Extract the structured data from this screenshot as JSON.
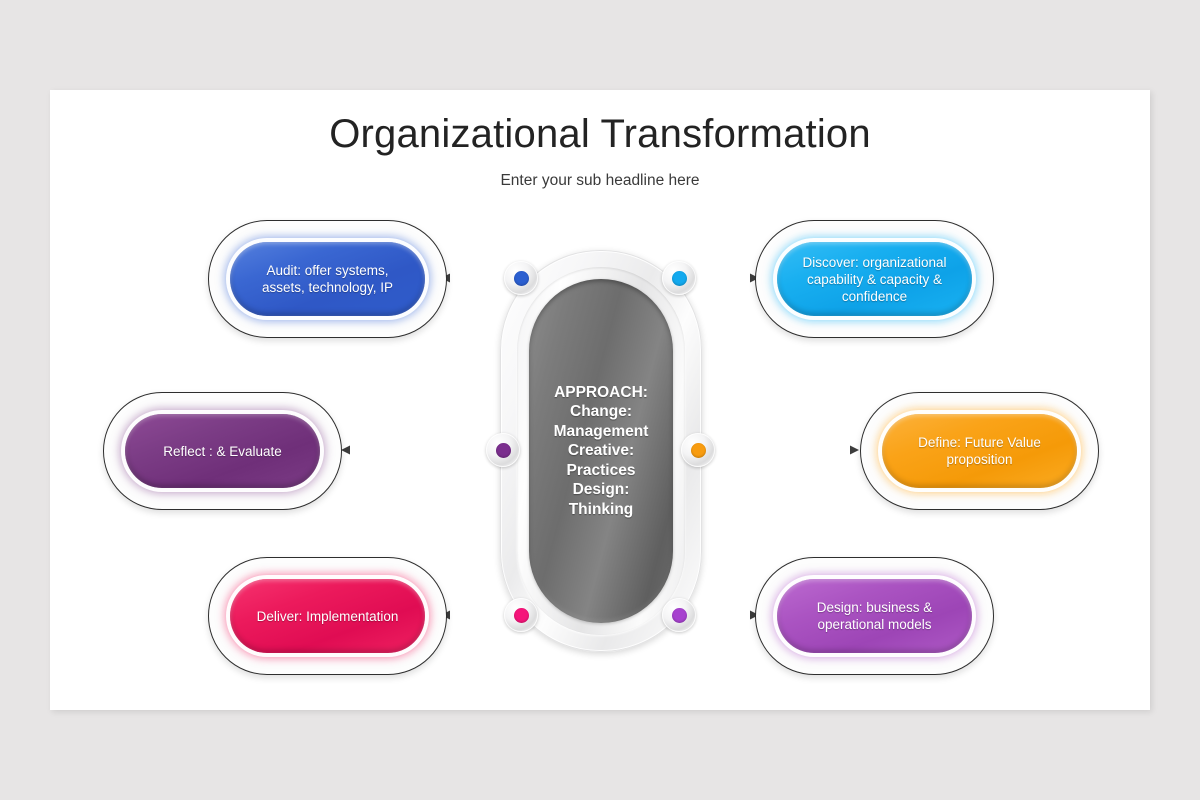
{
  "slide": {
    "title": "Organizational Transformation",
    "subtitle": "Enter your sub headline here",
    "background": "#ffffff",
    "canvas_background": "#e7e5e5"
  },
  "center": {
    "label": "APPROACH:\nChange:\nManagement\nCreative:\nPractices\nDesign:\nThinking",
    "core_color": "#6d6d6d",
    "text_color": "#ffffff"
  },
  "nodes": [
    {
      "id": "audit",
      "label": "Audit: offer systems, assets, technology, IP",
      "color": "#3a67d2",
      "position": "top-left",
      "dot_color": "#2b5fd0"
    },
    {
      "id": "discover",
      "label": "Discover: organizational capability & capacity & confidence",
      "color": "#18aff0",
      "position": "top-right",
      "dot_color": "#13a9ee"
    },
    {
      "id": "reflect",
      "label": "Reflect : & Evaluate",
      "color": "#7c3d86",
      "position": "middle-left",
      "dot_color": "#7b2f8e"
    },
    {
      "id": "define",
      "label": "Define: Future Value proposition",
      "color": "#faa318",
      "position": "middle-right",
      "dot_color": "#f89c10"
    },
    {
      "id": "deliver",
      "label": "Deliver: Implementation",
      "color": "#ec1a5c",
      "position": "bottom-left",
      "dot_color": "#f5157a"
    },
    {
      "id": "design",
      "label": "Design: business & operational models",
      "color": "#ab54c2",
      "position": "bottom-right",
      "dot_color": "#a742cf"
    }
  ],
  "connectors": {
    "line_color": "#4a4a4a",
    "direction": "center-to-node"
  }
}
